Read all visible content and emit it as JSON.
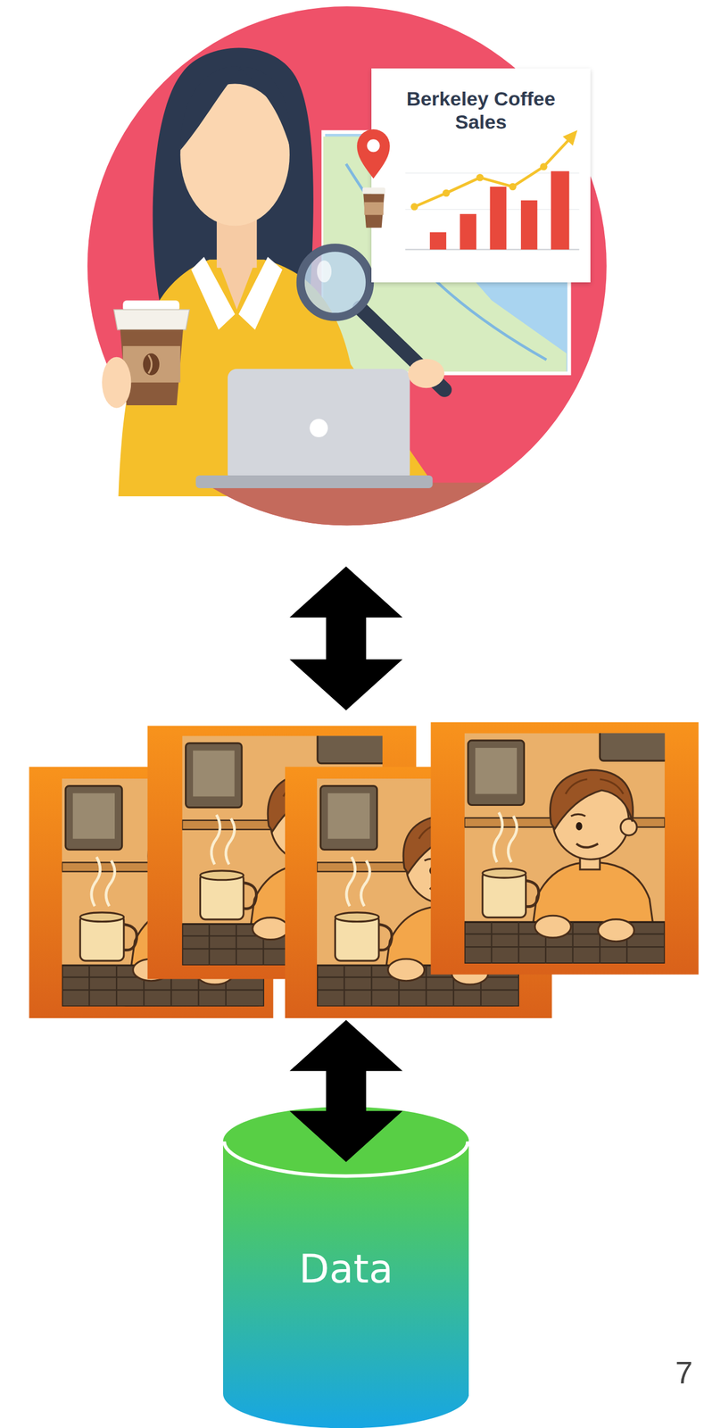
{
  "diagram": {
    "nodes": [
      {
        "text": [
          "Berkeley Coffee Sales"
        ]
      },
      {
        "text": [
          "Data"
        ]
      }
    ],
    "labels": [
      "7"
    ]
  }
}
